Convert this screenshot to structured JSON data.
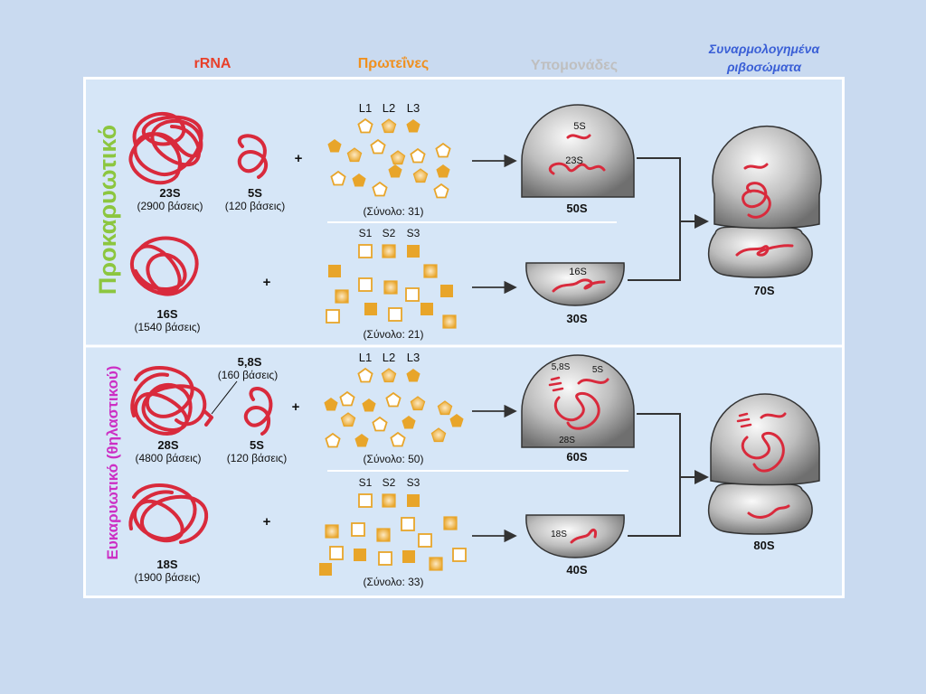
{
  "headers": {
    "rrna": "rRNA",
    "proteins": "Πρωτεΐνες",
    "subunits": "Υπομονάδες",
    "assembled_line1": "Συναρμολογημένα",
    "assembled_line2": "ριβοσώματα"
  },
  "side_labels": {
    "prokaryotic": "Προκαρυωτικό",
    "eukaryotic": "Ευκαρυωτικό (θηλαστικού)"
  },
  "prok": {
    "large": {
      "rna1_name": "23S",
      "rna1_bases": "(2900 βάσεις)",
      "rna2_name": "5S",
      "rna2_bases": "(120 βάσεις)",
      "plus": "+",
      "prot_labels": [
        "L1",
        "L2",
        "L3"
      ],
      "prot_total": "(Σύνολο: 31)",
      "sub_in_5": "5S",
      "sub_in_23": "23S",
      "sub_name": "50S"
    },
    "small": {
      "rna_name": "16S",
      "rna_bases": "(1540 βάσεις)",
      "plus": "+",
      "prot_labels": [
        "S1",
        "S2",
        "S3"
      ],
      "prot_total": "(Σύνολο: 21)",
      "sub_in": "16S",
      "sub_name": "30S"
    },
    "ribosome": "70S"
  },
  "euk": {
    "large": {
      "rna1_name": "28S",
      "rna1_bases": "(4800 βάσεις)",
      "rna58_name": "5,8S",
      "rna58_bases": "(160 βάσεις)",
      "rna2_name": "5S",
      "rna2_bases": "(120 βάσεις)",
      "plus": "+",
      "prot_labels": [
        "L1",
        "L2",
        "L3"
      ],
      "prot_total": "(Σύνολο: 50)",
      "sub_in_58": "5,8S",
      "sub_in_5": "5S",
      "sub_in_28": "28S",
      "sub_name": "60S"
    },
    "small": {
      "rna_name": "18S",
      "rna_bases": "(1900 βάσεις)",
      "plus": "+",
      "prot_labels": [
        "S1",
        "S2",
        "S3"
      ],
      "prot_total": "(Σύνολο: 33)",
      "sub_in": "18S",
      "sub_name": "40S"
    },
    "ribosome": "80S"
  },
  "colors": {
    "rrna_header": "#e8402a",
    "proteins_header": "#f0901e",
    "subunits_header": "#bfbfbf",
    "assembled_header": "#3a5fd6",
    "prok_label": "#8cc63f",
    "euk_label": "#cc2fc4",
    "rna": "#d92a3c",
    "protein": "#e8a52a"
  }
}
